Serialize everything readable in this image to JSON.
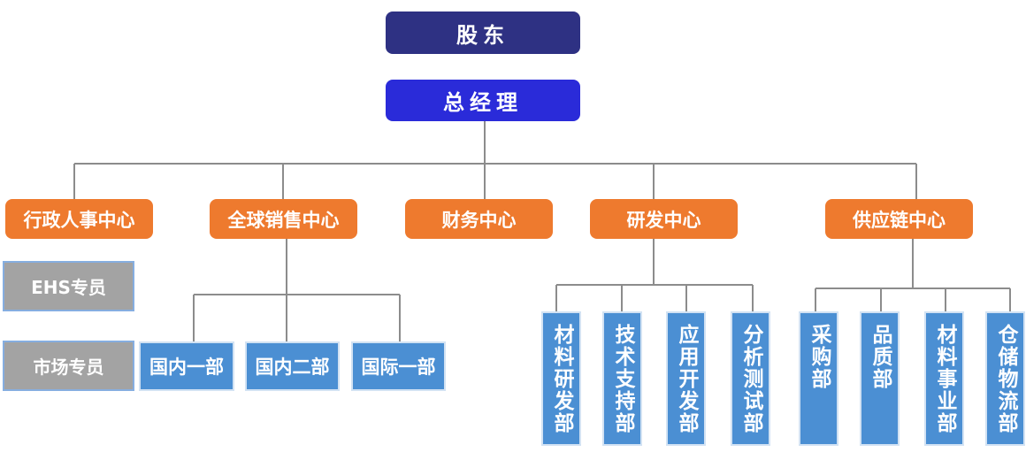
{
  "top": {
    "shareholders": "股东",
    "general_manager": "总经理"
  },
  "centers": {
    "admin": "行政人事中心",
    "sales": "全球销售中心",
    "finance": "财务中心",
    "rnd": "研发中心",
    "supply": "供应链中心"
  },
  "specialists": {
    "ehs": "EHS专员",
    "market": "市场专员"
  },
  "sales_depts": [
    "国内一部",
    "国内二部",
    "国际一部"
  ],
  "rnd_depts": [
    "材料研发部",
    "技术支持部",
    "应用开发部",
    "分析测试部"
  ],
  "supply_depts": [
    "采购部",
    "品质部",
    "材料事业部",
    "仓储物流部"
  ],
  "colors": {
    "navy": "#2e3183",
    "blue": "#2a2bd9",
    "orange": "#ee7a2e",
    "gray": "#a3a3a3",
    "light_blue": "#4b8fd3",
    "connector": "#8c8c8c"
  }
}
